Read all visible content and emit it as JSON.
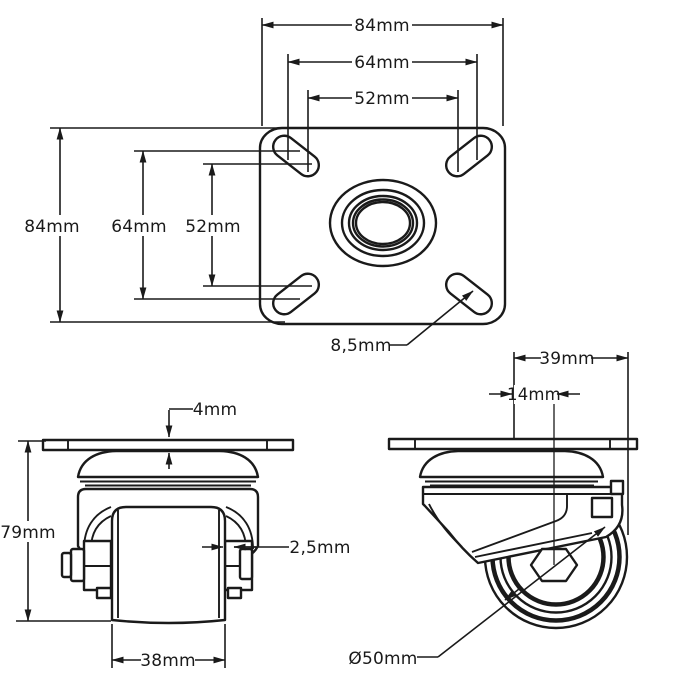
{
  "page": {
    "background_color": "#ffffff",
    "line_color": "#1a1a1a",
    "drawing_title": "swivel-caster-dimension-drawing"
  },
  "top_view": {
    "name": "mounting-plate-top-view",
    "dim_plate_width": "84mm",
    "dim_bolt_spacing_width": "64mm",
    "dim_slot_spacing_width": "52mm",
    "dim_plate_height": "84mm",
    "dim_bolt_spacing_height": "64mm",
    "dim_slot_spacing_height": "52mm",
    "dim_hole_diameter": "8,5mm"
  },
  "front_view": {
    "name": "caster-front-view",
    "dim_plate_thickness": "4mm",
    "dim_total_height": "79mm",
    "dim_fork_thickness": "2,5mm",
    "dim_wheel_width": "38mm"
  },
  "side_view": {
    "name": "caster-side-view",
    "dim_swivel_radius": "39mm",
    "dim_axle_offset": "14mm",
    "dim_wheel_diameter": "Ø50mm"
  }
}
